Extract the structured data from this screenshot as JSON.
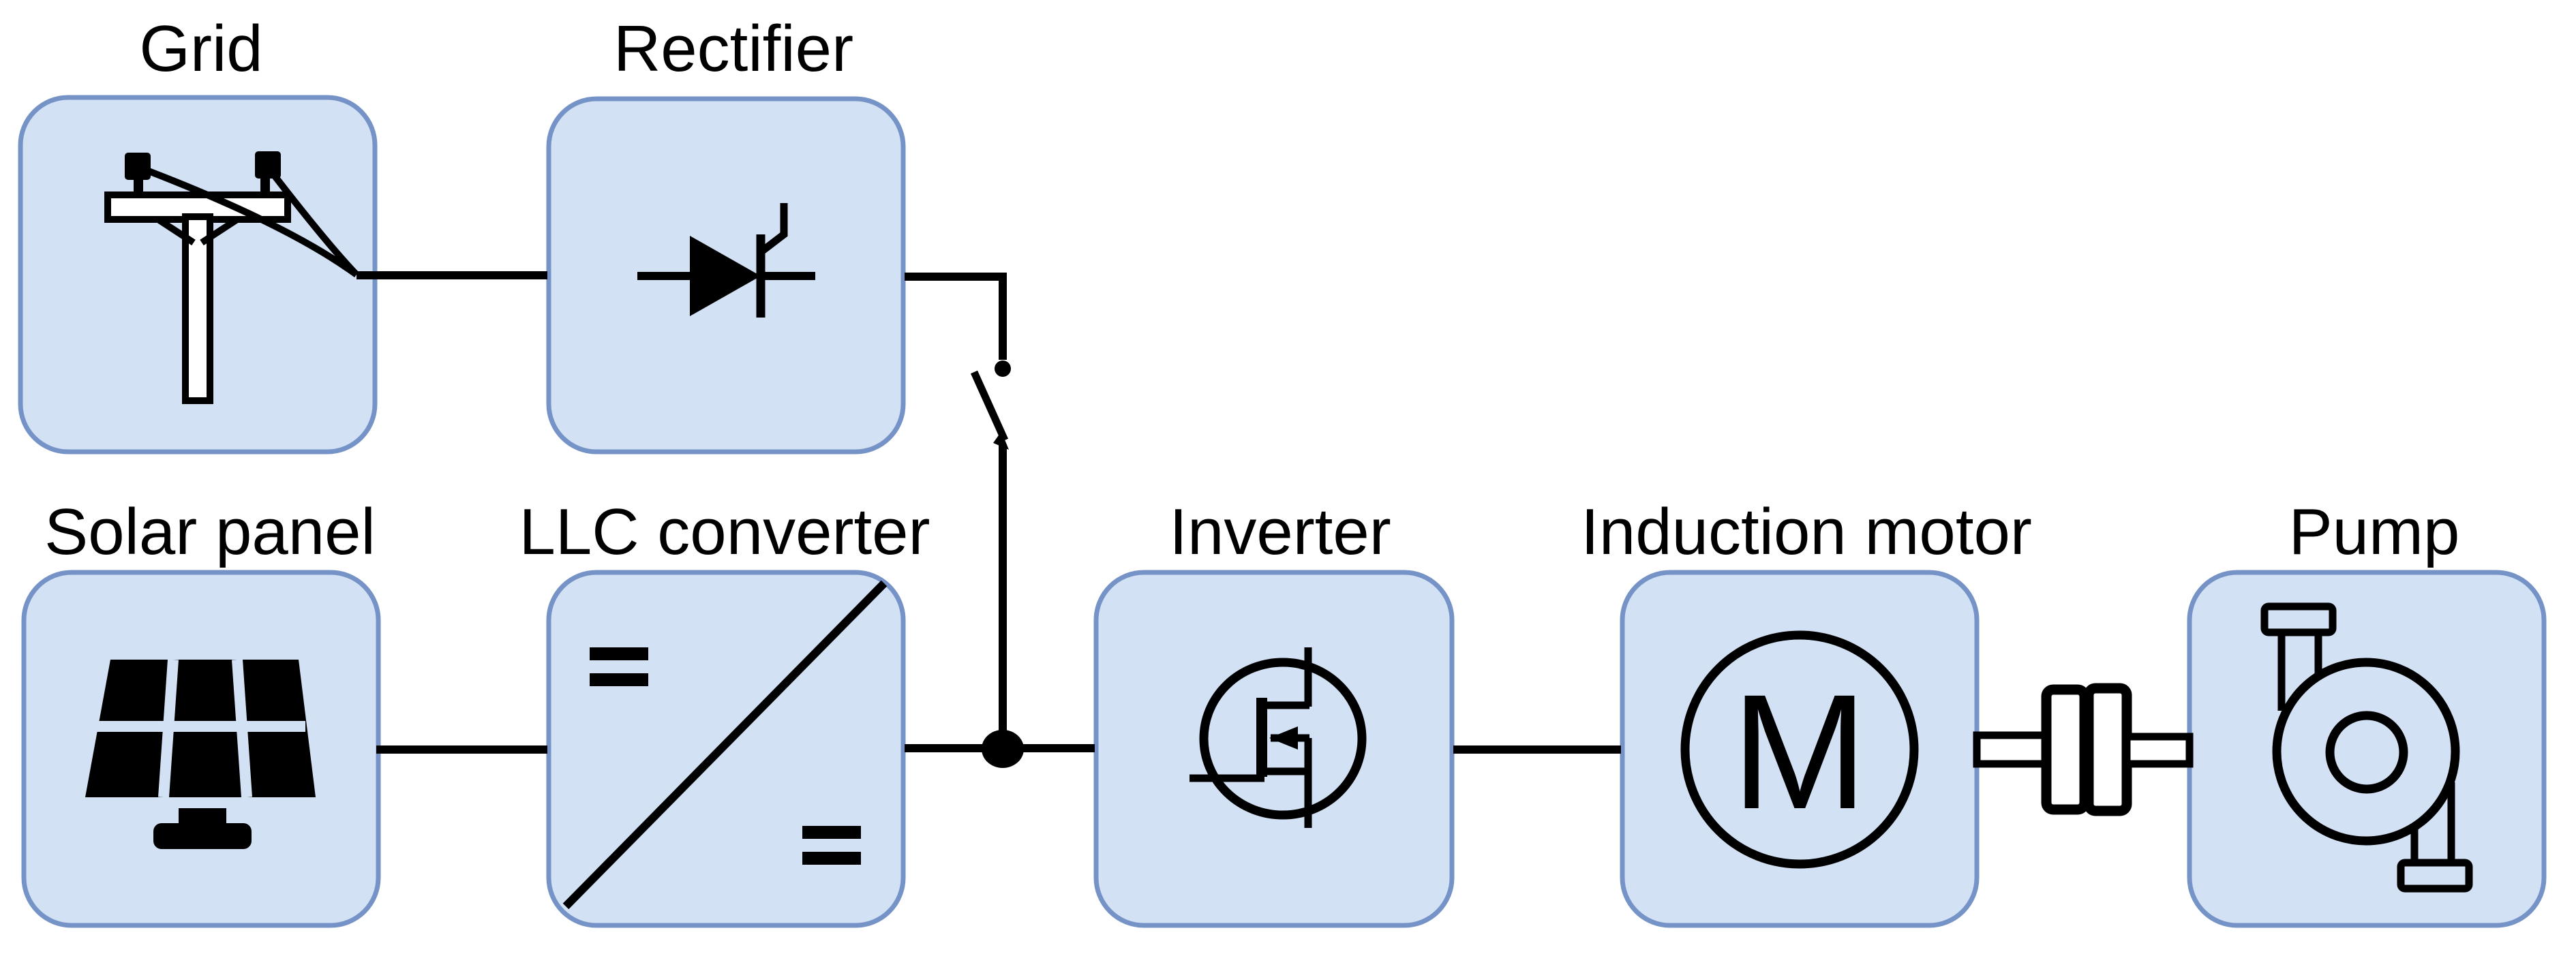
{
  "diagram": {
    "type": "block-diagram",
    "subject": "Solar / grid powered water pumping drive train",
    "colors": {
      "box_fill": "#d3e1f5",
      "box_border": "#7693c7",
      "line": "#000000",
      "background": "#ffffff"
    },
    "blocks": [
      {
        "id": "grid",
        "label": "Grid",
        "icon": "utility-pole-icon"
      },
      {
        "id": "rectifier",
        "label": "Rectifier",
        "icon": "thyristor-icon"
      },
      {
        "id": "solar-panel",
        "label": "Solar panel",
        "icon": "solar-panel-icon"
      },
      {
        "id": "llc-converter",
        "label": "LLC converter",
        "icon": "dc-dc-converter-icon",
        "symbols": [
          "=",
          "="
        ]
      },
      {
        "id": "inverter",
        "label": "Inverter",
        "icon": "mosfet-icon"
      },
      {
        "id": "induction-motor",
        "label": "Induction motor",
        "icon": "motor-circle-icon",
        "icon_letter": "M"
      },
      {
        "id": "pump",
        "label": "Pump",
        "icon": "centrifugal-pump-icon"
      }
    ],
    "connections": [
      {
        "from": "grid",
        "to": "rectifier",
        "type": "wire"
      },
      {
        "from": "rectifier",
        "to": "selector-switch",
        "type": "wire"
      },
      {
        "from": "selector-switch",
        "to": "dc-bus-junction",
        "type": "wire",
        "switch_state": "open"
      },
      {
        "from": "solar-panel",
        "to": "llc-converter",
        "type": "wire"
      },
      {
        "from": "llc-converter",
        "to": "inverter",
        "type": "wire",
        "via": "dc-bus-junction"
      },
      {
        "from": "inverter",
        "to": "induction-motor",
        "type": "wire"
      },
      {
        "from": "induction-motor",
        "to": "pump",
        "type": "shaft-coupling"
      }
    ]
  }
}
